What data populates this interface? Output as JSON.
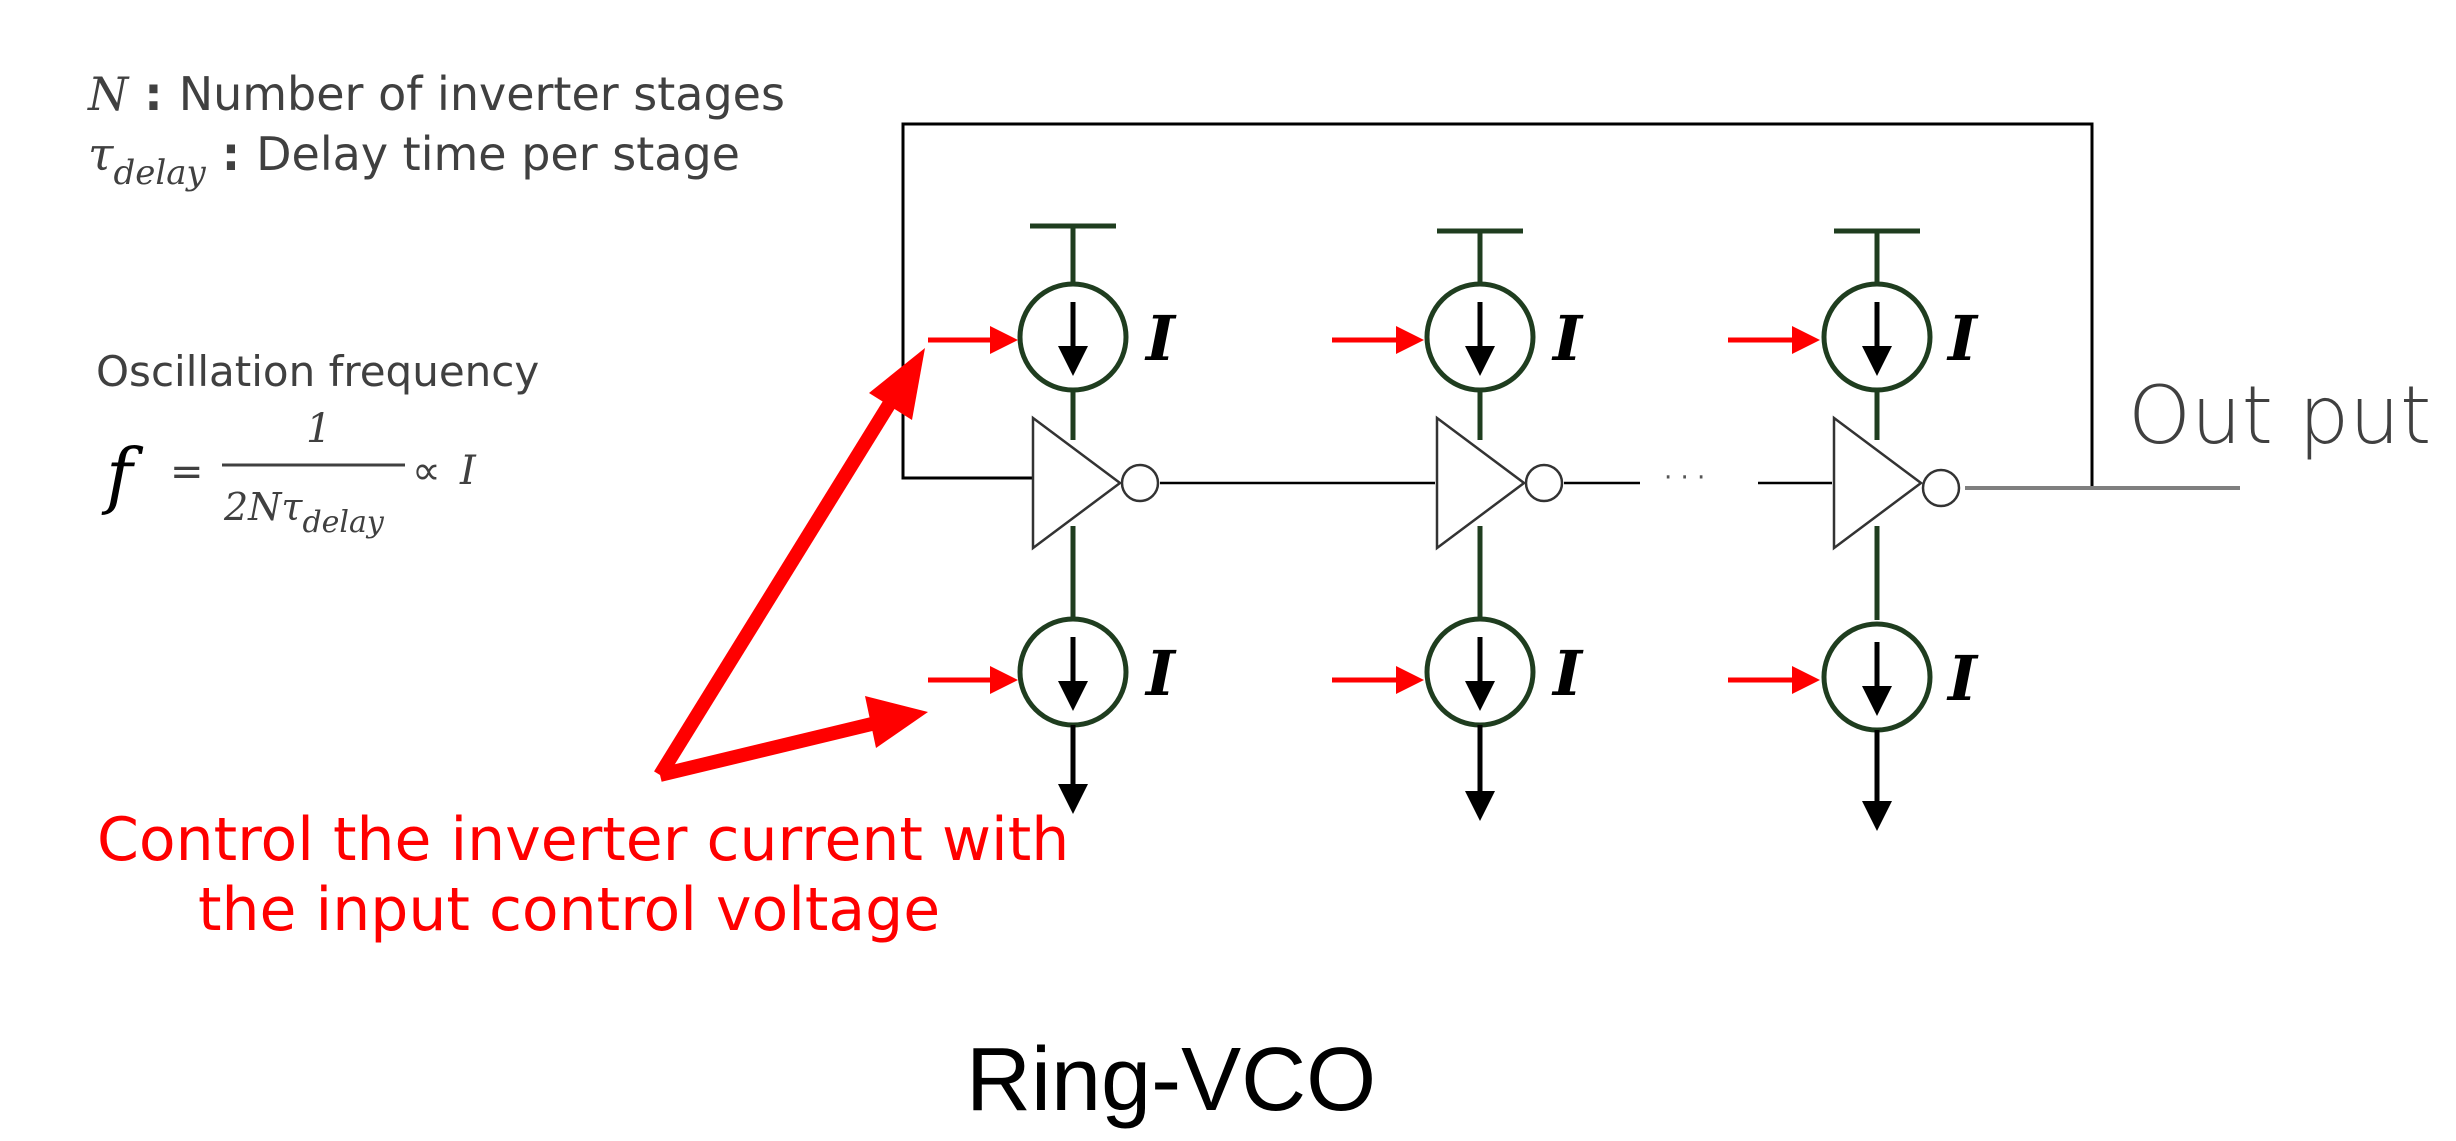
{
  "definitions": {
    "n_symbol": "N",
    "n_sep": " : ",
    "n_desc": "Number of inverter stages",
    "tau_symbol": "τ",
    "tau_sub": "delay",
    "tau_sep": " : ",
    "tau_desc": "Delay time per stage"
  },
  "formula": {
    "label": "Oscillation frequency",
    "lhs": "f",
    "equals": "=",
    "numerator": "1",
    "denominator_prefix": "2Nτ",
    "denominator_sub": "delay",
    "proportional": "∝",
    "rhs": "I"
  },
  "circuit": {
    "current_label": "I",
    "ellipsis": "· · ·",
    "output_label": "Out put"
  },
  "annotation": {
    "line1": "Control the inverter current with",
    "line2": "the input control voltage"
  },
  "caption": "Ring-VCO",
  "colors": {
    "wire": "#000000",
    "source_stroke": "#1f3d1f",
    "control_arrow": "#ff0000",
    "annotation_text": "#ff0000",
    "output_wire": "#7f7f7f",
    "text": "#404040"
  }
}
